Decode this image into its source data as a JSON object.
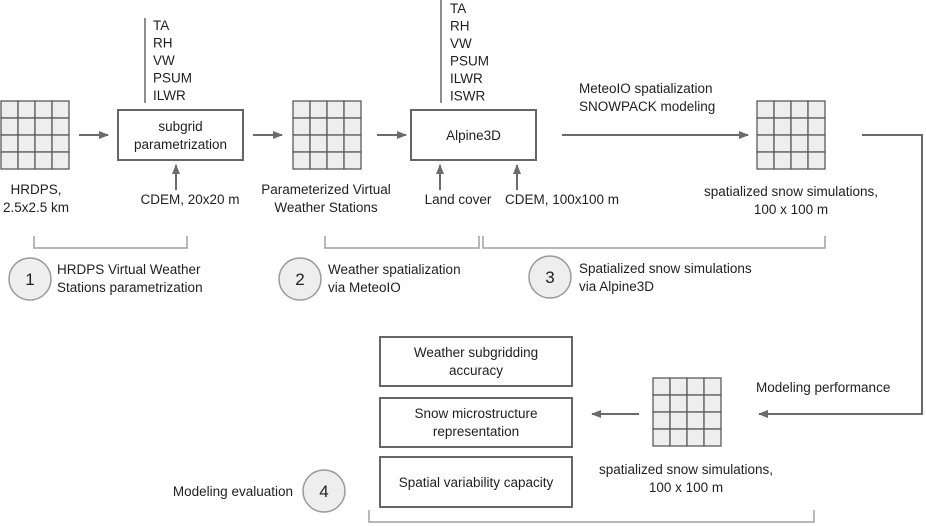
{
  "colors": {
    "box_stroke": "#666666",
    "arrow": "#6b6b6b",
    "grid_fill": "#eeeeee",
    "grid_stroke": "#5a5a5a",
    "bracket": "#a0a0a0",
    "circle_fill": "#eeeeee"
  },
  "grid_icons": [
    {
      "name": "hrdps-grid",
      "label": [
        "HRDPS,",
        "2.5x2.5 km"
      ]
    },
    {
      "name": "virtual-stations-grid",
      "label": [
        "Parameterized Virtual",
        "Weather Stations"
      ]
    },
    {
      "name": "snow-sim-grid-top",
      "label": [
        "spatialized snow simulations,",
        "100 x 100 m"
      ]
    },
    {
      "name": "snow-sim-grid-bottom",
      "label": [
        "spatialized snow simulations,",
        "100 x 100 m"
      ]
    }
  ],
  "boxes": {
    "subgrid": [
      "subgrid",
      "parametrization"
    ],
    "alpine3d": [
      "Alpine3D"
    ]
  },
  "variables_subgrid": [
    "TA",
    "RH",
    "VW",
    "PSUM",
    "ILWR"
  ],
  "variables_alpine3d": [
    "TA",
    "RH",
    "VW",
    "PSUM",
    "ILWR",
    "ISWR"
  ],
  "inputs": {
    "cdem_20": "CDEM, 20x20 m",
    "land_cover": "Land cover",
    "cdem_100": "CDEM, 100x100 m"
  },
  "process_label": [
    "MeteoIO spatialization",
    "SNOWPACK modeling"
  ],
  "steps": [
    {
      "number": "1",
      "text": [
        "HRDPS Virtual Weather",
        "Stations parametrization"
      ]
    },
    {
      "number": "2",
      "text": [
        "Weather spatialization",
        "via MeteoIO"
      ]
    },
    {
      "number": "3",
      "text": [
        "Spatialized snow simulations",
        "via Alpine3D"
      ]
    },
    {
      "number": "4",
      "text": [
        "Modeling evaluation"
      ]
    }
  ],
  "performance_label": "Modeling performance",
  "evaluation_boxes": [
    [
      "Weather subgridding",
      "accuracy"
    ],
    [
      "Snow microstructure",
      "representation"
    ],
    [
      "Spatial variability capacity"
    ]
  ]
}
